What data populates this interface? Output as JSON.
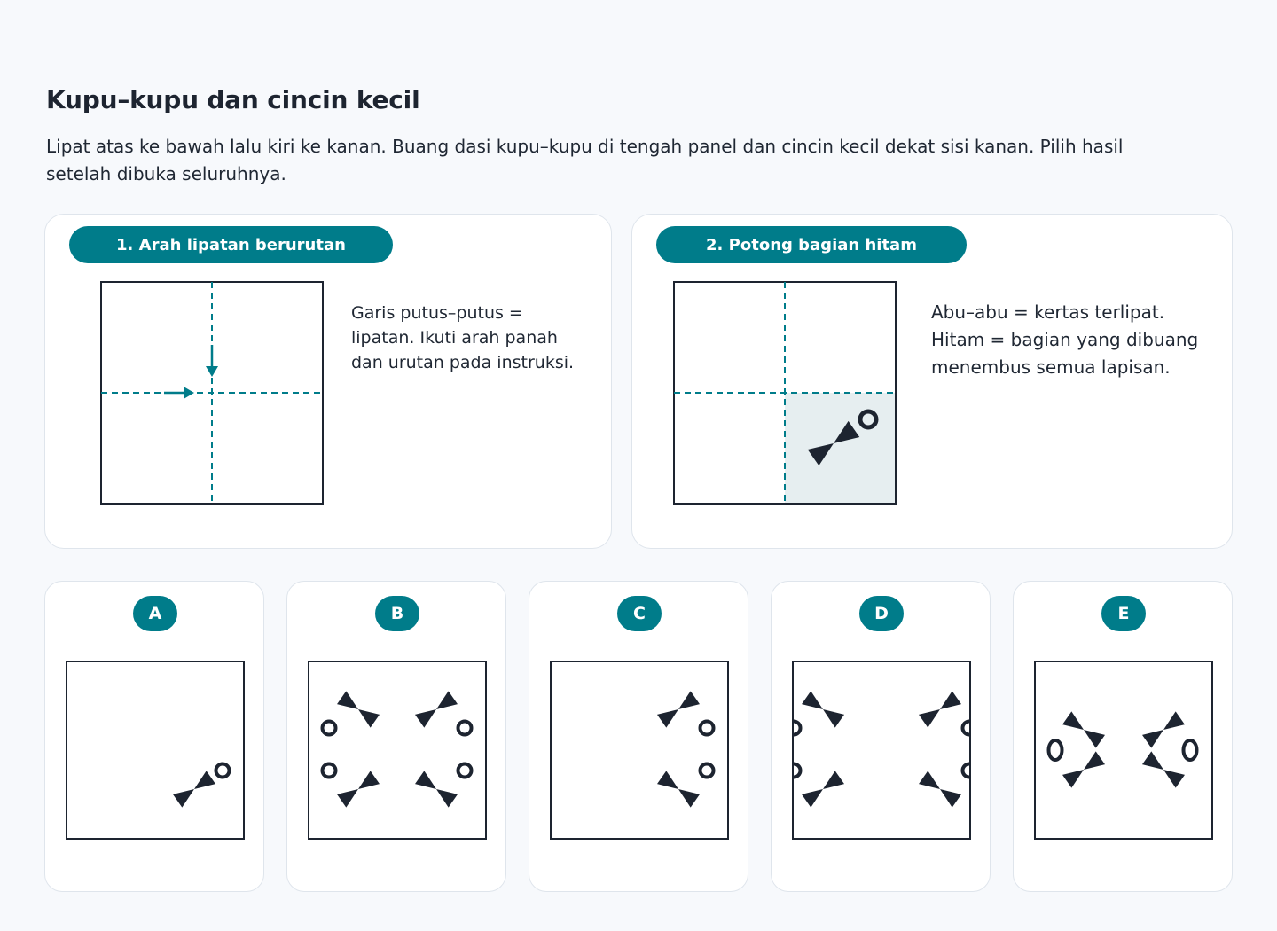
{
  "page": {
    "title": "Kupu–kupu dan cincin kecil",
    "instruction": "Lipat atas ke bawah lalu kiri ke kanan. Buang dasi kupu–kupu di tengah panel dan cincin kecil dekat sisi kanan. Pilih hasil setelah dibuka seluruhnya."
  },
  "step1": {
    "label": "1. Arah lipatan berurutan",
    "text": "Garis putus–putus = lipatan. Ikuti arah panah dan urutan pada instruksi."
  },
  "step2": {
    "label": "2. Potong bagian hitam",
    "text": "Abu–abu = kertas terlipat. Hitam = bagian yang dibuang menembus semua lapisan."
  },
  "options": [
    {
      "label": "A"
    },
    {
      "label": "B"
    },
    {
      "label": "C"
    },
    {
      "label": "D"
    },
    {
      "label": "E"
    }
  ],
  "colors": {
    "accent": "#007c8a",
    "shape": "#1d2430",
    "folded_shade": "#e6eef0"
  }
}
